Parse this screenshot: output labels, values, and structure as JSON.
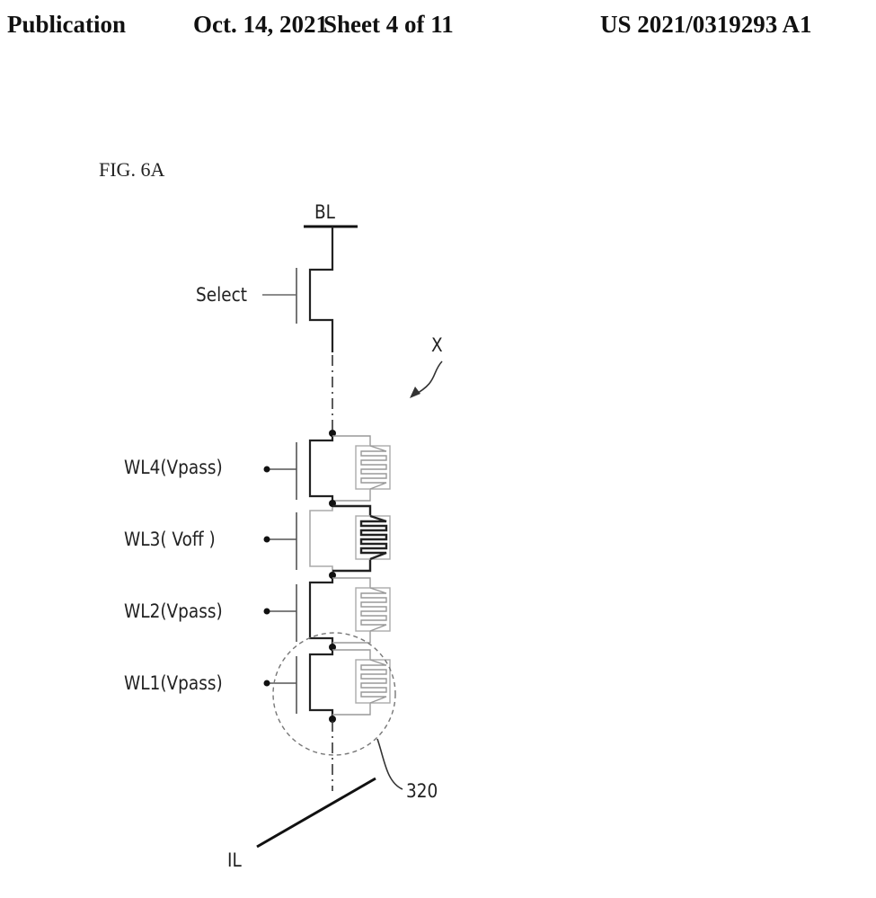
{
  "header": {
    "publication": "Publication",
    "date": "Oct. 14, 2021",
    "sheet": "Sheet 4 of 11",
    "number": "US 2021/0319293 A1"
  },
  "figure": {
    "title": "FIG. 6A",
    "bitline": "BL",
    "select": "Select",
    "region": "X",
    "cell_ref": "320",
    "source_line": "IL",
    "wordlines": [
      {
        "label": "WL4(Vpass)",
        "state": "on"
      },
      {
        "label": "WL3( Voff  )",
        "state": "off"
      },
      {
        "label": "WL2(Vpass)",
        "state": "on"
      },
      {
        "label": "WL1(Vpass)",
        "state": "on"
      }
    ]
  }
}
